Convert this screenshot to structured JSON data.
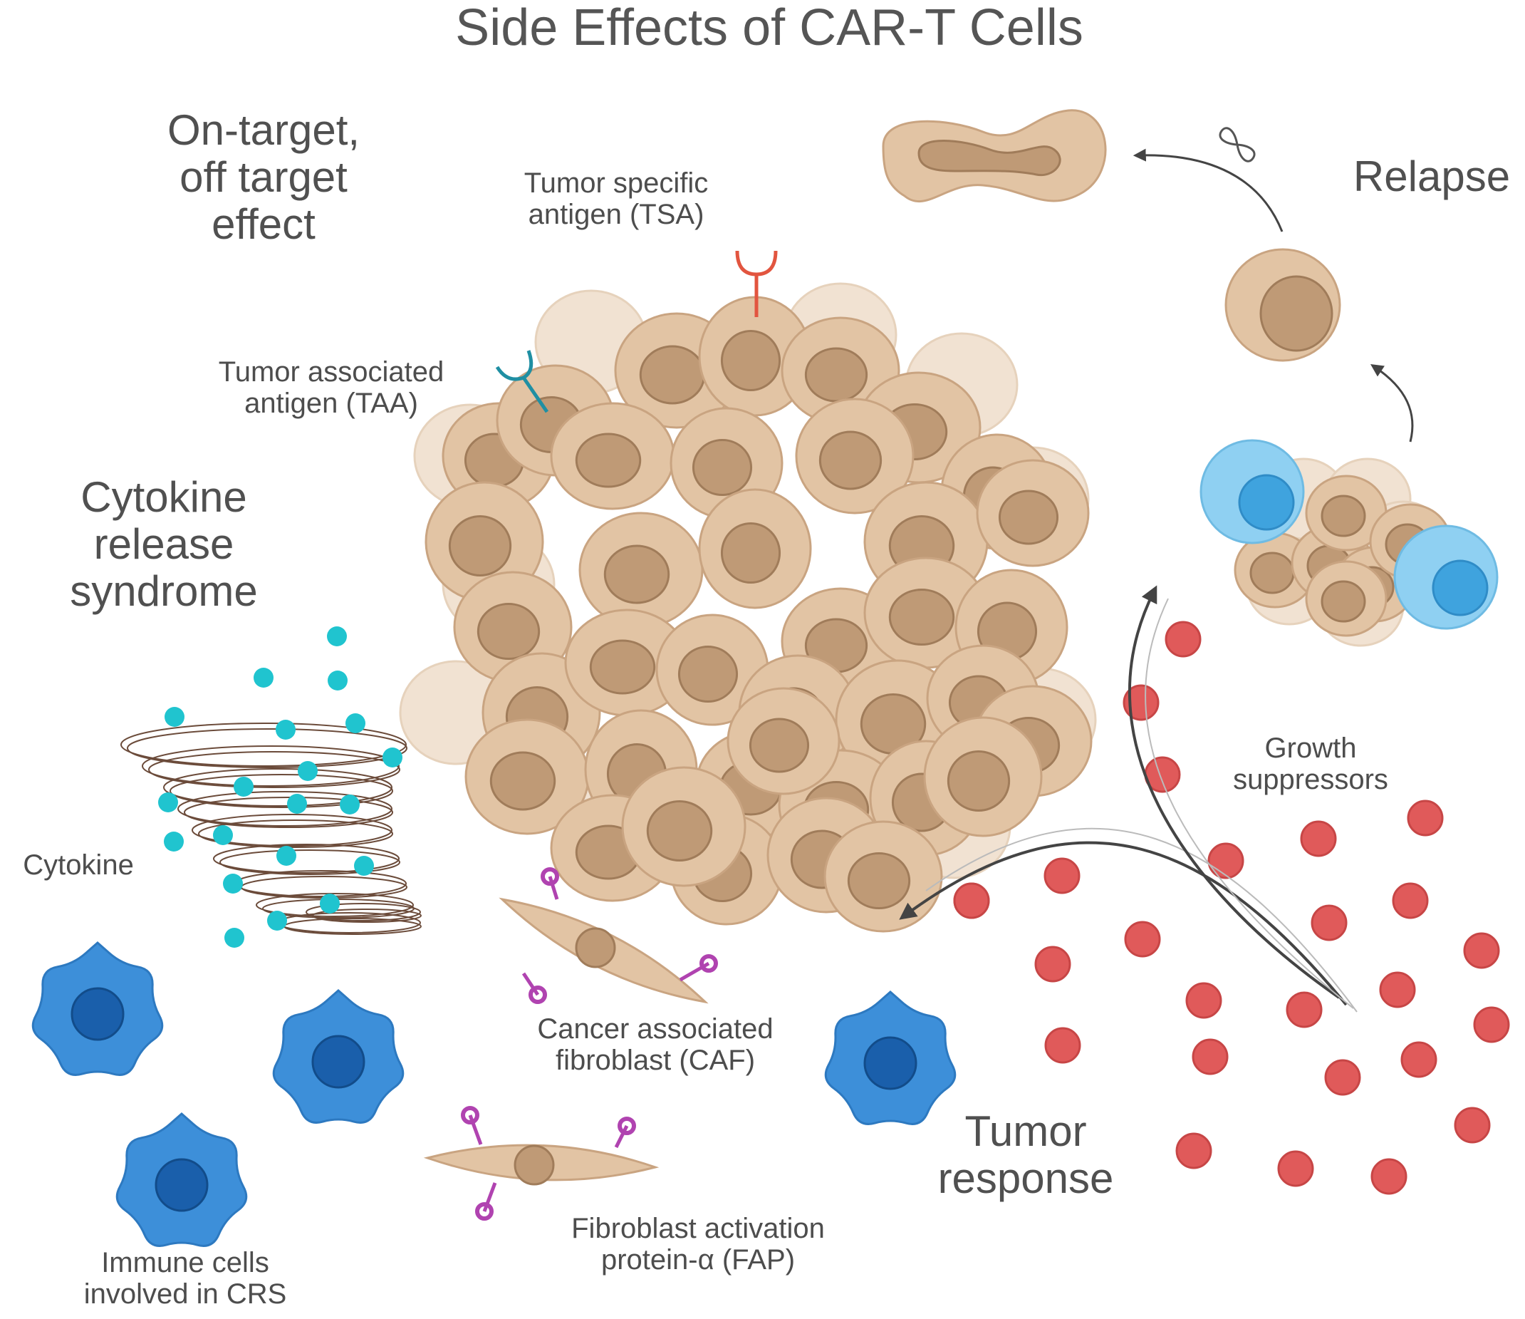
{
  "title": "Side Effects of CAR-T Cells",
  "labels": {
    "on_target": [
      "On-target,",
      "off target",
      "effect"
    ],
    "tsa": [
      "Tumor specific",
      "antigen (TSA)"
    ],
    "taa": [
      "Tumor associated",
      "antigen (TAA)"
    ],
    "crs": [
      "Cytokine",
      "release",
      "syndrome"
    ],
    "cytokine": "Cytokine",
    "immune_cells": [
      "Immune cells",
      "involved in CRS"
    ],
    "caf": [
      "Cancer associated",
      "fibroblast (CAF)"
    ],
    "fap": [
      "Fibroblast activation",
      "protein-α (FAP)"
    ],
    "relapse": "Relapse",
    "growth_suppressors": [
      "Growth",
      "suppressors"
    ],
    "tumor_response": [
      "Tumor",
      "response"
    ]
  },
  "colors": {
    "cell_fill": "#e2c4a4",
    "cell_stroke": "#c9a481",
    "nucleus": "#bf9a76",
    "nucleus_stroke": "#a07c5a",
    "faded_cell": "#f1e2d2",
    "cytokine": "#20c4cf",
    "immune_cell": "#3d8fd9",
    "immune_nucleus": "#1a5fab",
    "tcell_light": "#8fd0f2",
    "tcell_nucleus": "#3fa3de",
    "suppressor": "#e05a5a",
    "tsa_receptor": "#e2553f",
    "taa_receptor": "#1f8fa3",
    "fap_receptor": "#b043b0",
    "arrow": "#444444",
    "text": "#4a4a4a"
  },
  "icons": [
    "infinity-icon"
  ]
}
